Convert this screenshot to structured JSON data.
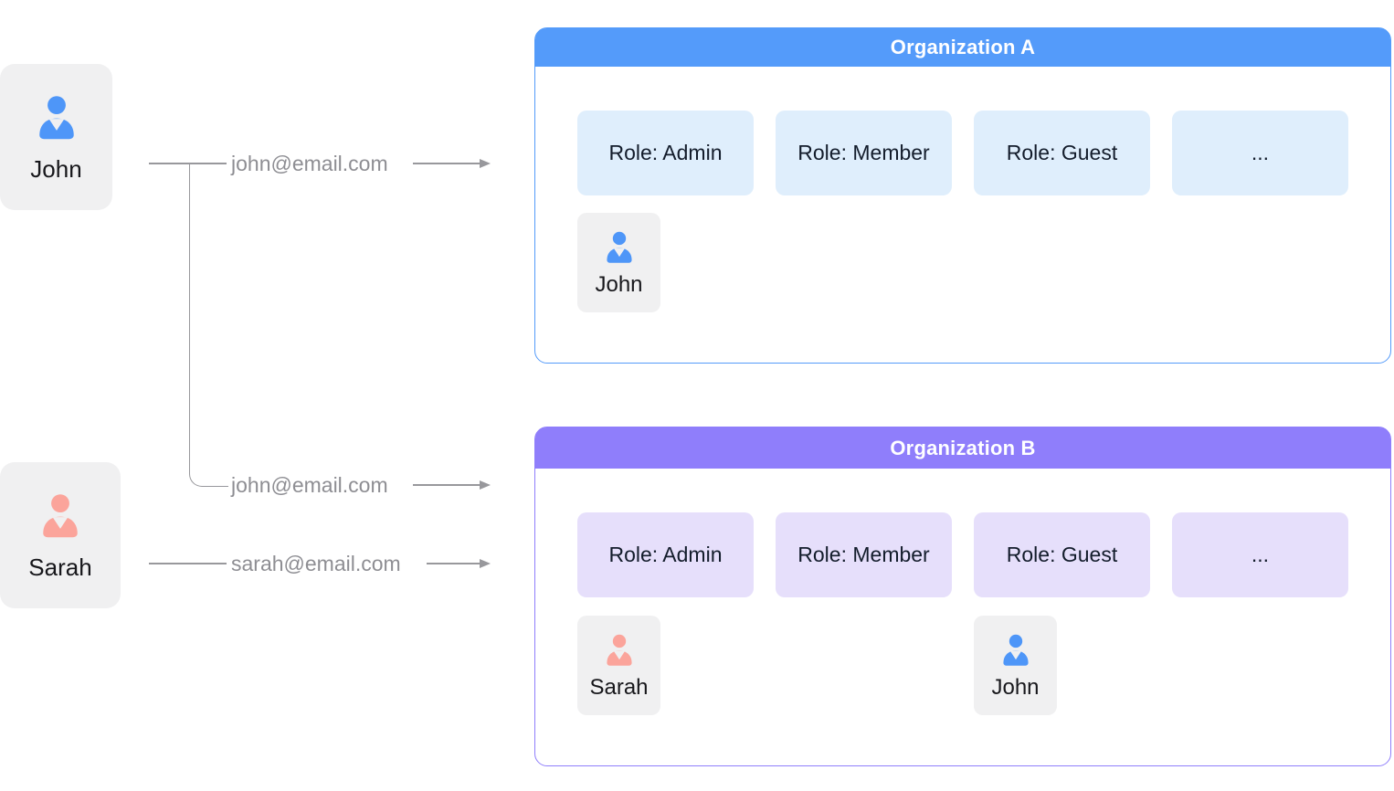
{
  "users": [
    {
      "name": "John",
      "icon_color": "#4E96F8"
    },
    {
      "name": "Sarah",
      "icon_color": "#FBA49B"
    }
  ],
  "connectors": [
    {
      "label": "john@email.com",
      "from": "John",
      "to": "Organization A"
    },
    {
      "label": "john@email.com",
      "from": "John",
      "to": "Organization B"
    },
    {
      "label": "sarah@email.com",
      "from": "Sarah",
      "to": "Organization B"
    }
  ],
  "organizations": [
    {
      "title": "Organization A",
      "accent": "#549BFA",
      "chip_bg": "#DFEEFC",
      "roles": [
        "Role: Admin",
        "Role: Member",
        "Role: Guest",
        "..."
      ],
      "members": [
        {
          "name": "John",
          "under_role": "Role: Admin",
          "icon_color": "#4E96F8"
        }
      ]
    },
    {
      "title": "Organization B",
      "accent": "#8F7EFB",
      "chip_bg": "#E6DFFB",
      "roles": [
        "Role: Admin",
        "Role: Member",
        "Role: Guest",
        "..."
      ],
      "members": [
        {
          "name": "Sarah",
          "under_role": "Role: Admin",
          "icon_color": "#FBA49B"
        },
        {
          "name": "John",
          "under_role": "Role: Guest",
          "icon_color": "#4E96F8"
        }
      ]
    }
  ],
  "colors": {
    "user_card_bg": "#F0F0F1",
    "connector_line": "#98989C",
    "email_text": "#8E8E93",
    "chip_text": "#131C2B",
    "header_text": "#FFFFFF"
  }
}
